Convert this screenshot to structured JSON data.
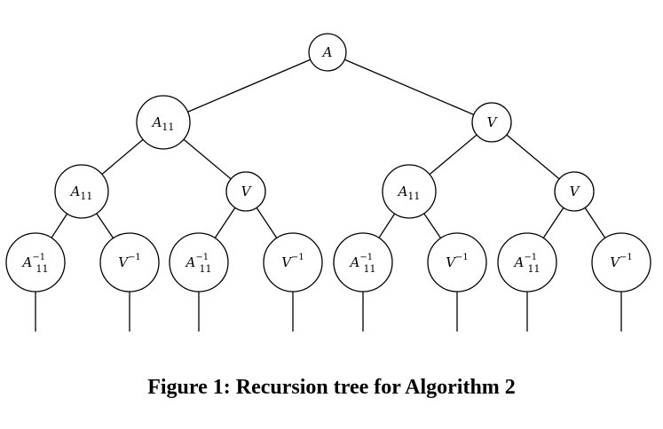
{
  "caption": "Figure 1: Recursion tree for Algorithm 2",
  "nodes": [
    {
      "id": "root",
      "base": "A",
      "sub": "",
      "sup": ""
    },
    {
      "id": "l1",
      "base": "A",
      "sub": "11",
      "sup": ""
    },
    {
      "id": "r1",
      "base": "V",
      "sub": "",
      "sup": ""
    },
    {
      "id": "l1l",
      "base": "A",
      "sub": "11",
      "sup": ""
    },
    {
      "id": "l1r",
      "base": "V",
      "sub": "",
      "sup": ""
    },
    {
      "id": "r1l",
      "base": "A",
      "sub": "11",
      "sup": ""
    },
    {
      "id": "r1r",
      "base": "V",
      "sub": "",
      "sup": ""
    },
    {
      "id": "leaf1",
      "base": "A",
      "sub": "11",
      "sup": "−1"
    },
    {
      "id": "leaf2",
      "base": "V",
      "sub": "",
      "sup": "−1"
    },
    {
      "id": "leaf3",
      "base": "A",
      "sub": "11",
      "sup": "−1"
    },
    {
      "id": "leaf4",
      "base": "V",
      "sub": "",
      "sup": "−1"
    },
    {
      "id": "leaf5",
      "base": "A",
      "sub": "11",
      "sup": "−1"
    },
    {
      "id": "leaf6",
      "base": "V",
      "sub": "",
      "sup": "−1"
    },
    {
      "id": "leaf7",
      "base": "A",
      "sub": "11",
      "sup": "−1"
    },
    {
      "id": "leaf8",
      "base": "V",
      "sub": "",
      "sup": "−1"
    }
  ],
  "edges": [
    [
      "root",
      "l1"
    ],
    [
      "root",
      "r1"
    ],
    [
      "l1",
      "l1l"
    ],
    [
      "l1",
      "l1r"
    ],
    [
      "r1",
      "r1l"
    ],
    [
      "r1",
      "r1r"
    ],
    [
      "l1l",
      "leaf1"
    ],
    [
      "l1l",
      "leaf2"
    ],
    [
      "l1r",
      "leaf3"
    ],
    [
      "l1r",
      "leaf4"
    ],
    [
      "r1l",
      "leaf5"
    ],
    [
      "r1l",
      "leaf6"
    ],
    [
      "r1r",
      "leaf7"
    ],
    [
      "r1r",
      "leaf8"
    ]
  ]
}
